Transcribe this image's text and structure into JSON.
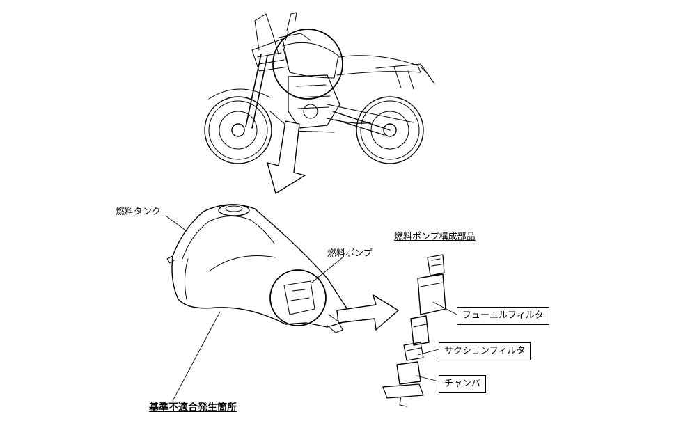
{
  "labels": {
    "fuel_tank": "燃料タンク",
    "fuel_pump": "燃料ポンプ",
    "pump_components_title": "燃料ポンプ構成部品",
    "fuel_filter": "フューエルフィルタ",
    "suction_filter": "サクションフィルタ",
    "chamber": "チャンバ",
    "defect_location": "基準不適合発生箇所"
  }
}
